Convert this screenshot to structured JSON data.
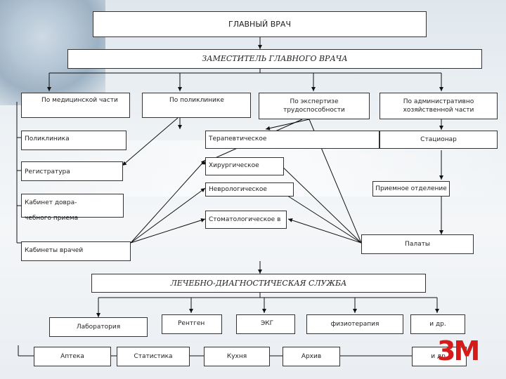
{
  "title": "ГЛАВНЫЙ ВРАЧ",
  "deputy": "ЗАМЕСТИТЕЛЬ ГЛАВНОГО ВРАЧА",
  "branches": {
    "medical": "По медицинской части",
    "clinic": "По поликлинике",
    "expertise": "По экспертизе трудоспособности",
    "admin": "По административно хозяйственной части"
  },
  "left_column": {
    "polyclinic": "Поликлиника",
    "registry": "Регистратура",
    "prehospital_1": "Кабинет довра-",
    "prehospital_2": "чебного приема",
    "doctors": "Кабинеты врачей"
  },
  "departments": {
    "therapy": "Терапевтическое",
    "surgery": "Хирургическое",
    "neurology": "Неврологическое",
    "dentistry": "Стоматологическое в"
  },
  "right_column": {
    "hospital": "Стационар",
    "admission": "Приемное отделение",
    "wards": "Палаты"
  },
  "service": "ЛЕЧЕБНО-ДИАГНОСТИЧЕСКАЯ СЛУЖБА",
  "services_row1": {
    "lab": "Лаборатория",
    "xray": "Рентген",
    "ecg": "ЭКГ",
    "physio": "физиотерапия",
    "etc1": "и др."
  },
  "services_row2": {
    "pharmacy": "Аптека",
    "stats": "Статистика",
    "kitchen": "Кухня",
    "archive": "Архив",
    "etc2": "и др."
  },
  "logo": "3M",
  "colors": {
    "logo": "#d51a1a",
    "line": "#111111"
  }
}
